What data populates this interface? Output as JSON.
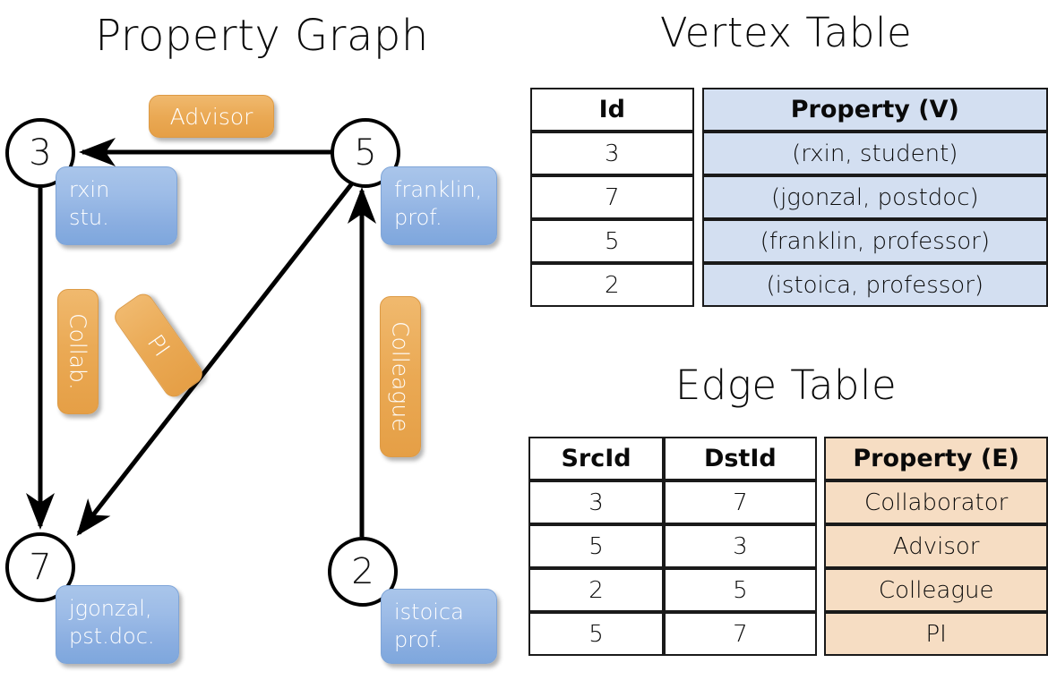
{
  "titles": {
    "property_graph": "Property Graph",
    "vertex_table": "Vertex Table",
    "edge_table": "Edge Table"
  },
  "graph": {
    "nodes": [
      {
        "id": "3",
        "property": "rxin\nstu."
      },
      {
        "id": "5",
        "property": "franklin,\nprof."
      },
      {
        "id": "7",
        "property": "jgonzal,\npst.doc."
      },
      {
        "id": "2",
        "property": "istoica\nprof."
      }
    ],
    "node_labels": {
      "n3": "3",
      "n5": "5",
      "n7": "7",
      "n2": "2"
    },
    "node_properties": {
      "p3_line1": "rxin",
      "p3_line2": "stu.",
      "p5_line1": "franklin,",
      "p5_line2": "prof.",
      "p7_line1": "jgonzal,",
      "p7_line2": "pst.doc.",
      "p2_line1": "istoica",
      "p2_line2": "prof."
    },
    "edge_labels": {
      "advisor": "Advisor",
      "collab": "Collab.",
      "pi": "PI",
      "colleague": "Colleague"
    },
    "edges": [
      {
        "from": "5",
        "to": "3",
        "label": "Advisor"
      },
      {
        "from": "3",
        "to": "7",
        "label": "Collab."
      },
      {
        "from": "5",
        "to": "7",
        "label": "PI"
      },
      {
        "from": "2",
        "to": "5",
        "label": "Colleague"
      }
    ]
  },
  "vertex_table": {
    "headers": [
      "Id",
      "Property (V)"
    ],
    "rows": [
      {
        "id": "3",
        "property": "(rxin, student)"
      },
      {
        "id": "7",
        "property": "(jgonzal, postdoc)"
      },
      {
        "id": "5",
        "property": "(franklin, professor)"
      },
      {
        "id": "2",
        "property": "(istoica, professor)"
      }
    ]
  },
  "edge_table": {
    "headers": [
      "SrcId",
      "DstId",
      "Property (E)"
    ],
    "rows": [
      {
        "src": "3",
        "dst": "7",
        "property": "Collaborator"
      },
      {
        "src": "5",
        "dst": "3",
        "property": "Advisor"
      },
      {
        "src": "2",
        "dst": "5",
        "property": "Colleague"
      },
      {
        "src": "5",
        "dst": "7",
        "property": "PI"
      }
    ]
  },
  "colors": {
    "vertex_property_fill": "#d3dff1",
    "edge_property_fill": "#f6ddc3",
    "node_box_blue": "#8fb4e3",
    "edge_label_orange": "#eaa954",
    "stroke": "#000000"
  }
}
